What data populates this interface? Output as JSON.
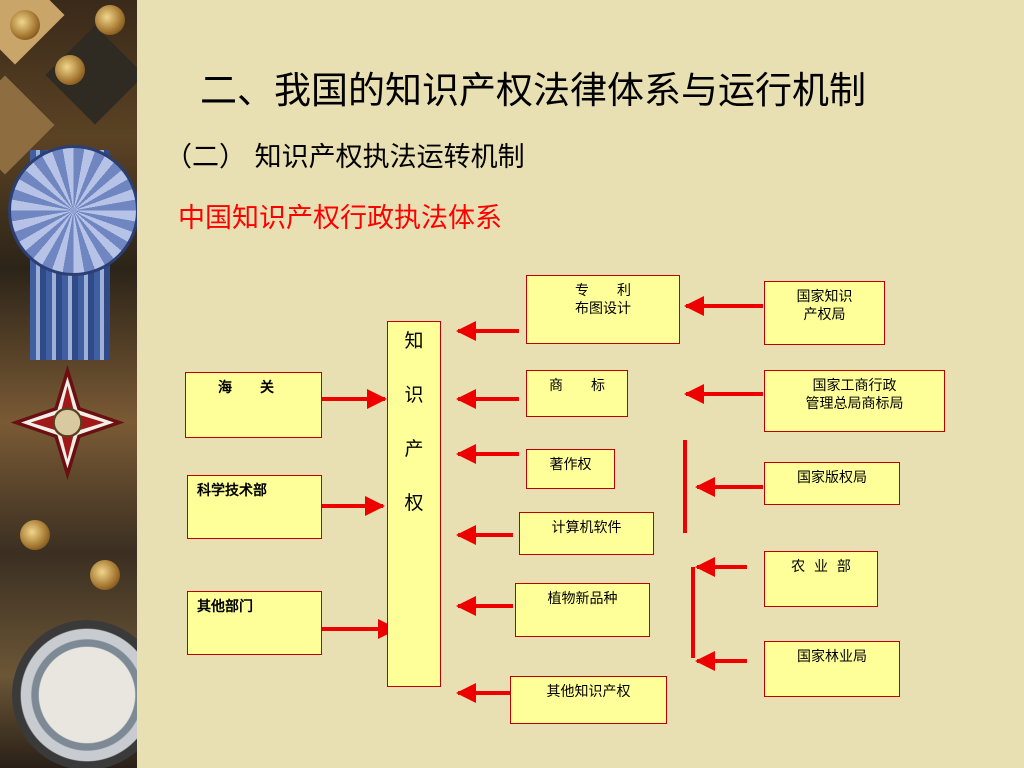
{
  "title": "二、我国的知识产权法律体系与运行机制",
  "subtitle": "（二） 知识产权执法运转机制",
  "heading": "中国知识产权行政执法体系",
  "center_box": "知\n\n识\n\n产\n\n权",
  "left_boxes": {
    "customs": "海　　关",
    "mst": "科学技术部",
    "other_depts": "其他部门"
  },
  "middle_boxes": {
    "patent": "专　　利\n布图设计",
    "trademark": "商　　标",
    "copyright": "著作权",
    "software": "计算机软件",
    "plant_variety": "植物新品种",
    "other_ip": "其他知识产权"
  },
  "right_boxes": {
    "sipo": "国家知识\n产权局",
    "saic": "国家工商行政\n管理总局商标局",
    "ncac": "国家版权局",
    "agri": "农  业  部",
    "forestry": "国家林业局"
  },
  "colors": {
    "background": "#e8dfb2",
    "box_fill": "#ffff99",
    "box_border": "#c00000",
    "arrow": "#ee0000",
    "heading": "#ff0000"
  }
}
